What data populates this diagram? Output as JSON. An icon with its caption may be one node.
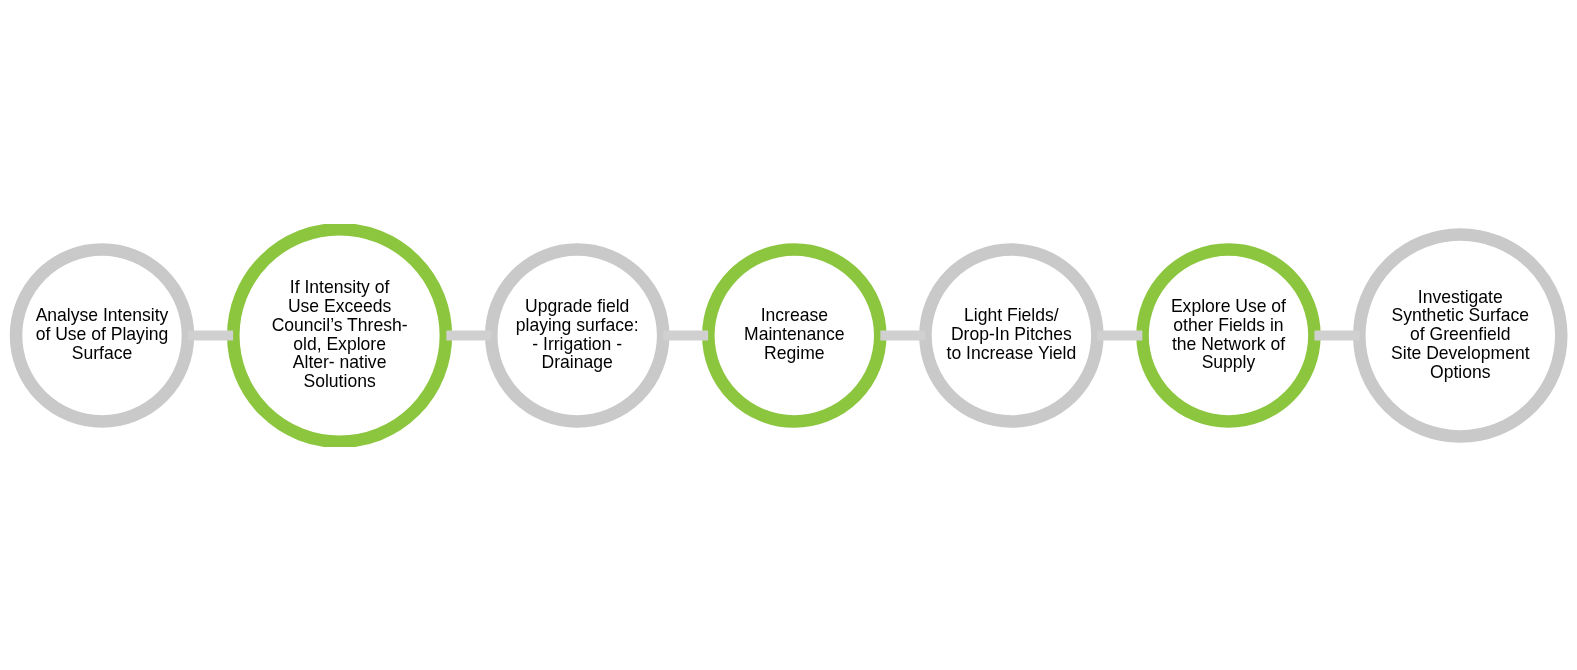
{
  "diagram": {
    "nodes": [
      {
        "text": [
          "Analyse Intensity of Use of Playing Surface"
        ]
      },
      {
        "text": [
          "If Intensity of Use Exceeds Council’s Thresh- old, Explore Alter- native Solutions"
        ]
      },
      {
        "text": [
          "Upgrade field playing surface: - Irrigation - Drainage"
        ]
      },
      {
        "text": [
          "Increase Maintenance Regime"
        ]
      },
      {
        "text": [
          "Light Fields/ Drop-In Pitches to Increase Yield"
        ]
      },
      {
        "text": [
          "Explore Use of other Fields in the Network of Supply"
        ]
      },
      {
        "text": [
          "Investigate Synthetic Surface of Greenfield Site Development Options"
        ]
      }
    ],
    "edges": [
      {
        "from": 0,
        "to": 1,
        "arrow": "none"
      },
      {
        "from": 1,
        "to": 2,
        "arrow": "none"
      },
      {
        "from": 2,
        "to": 3,
        "arrow": "none"
      },
      {
        "from": 3,
        "to": 4,
        "arrow": "none"
      },
      {
        "from": 4,
        "to": 5,
        "arrow": "none"
      },
      {
        "from": 5,
        "to": 6,
        "arrow": "none"
      }
    ]
  }
}
